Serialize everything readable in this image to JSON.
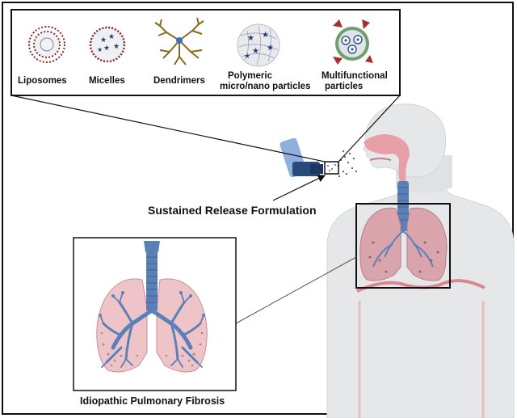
{
  "carriers": [
    {
      "label": "Liposomes",
      "icon": "liposome-icon"
    },
    {
      "label": "Micelles",
      "icon": "micelle-icon"
    },
    {
      "label": "Dendrimers",
      "icon": "dendrimer-icon"
    },
    {
      "label": [
        "Polymeric",
        "micro/nano particles"
      ],
      "icon": "polymeric-particle-icon"
    },
    {
      "label": [
        "Multifunctional",
        "particles"
      ],
      "icon": "multifunctional-particle-icon"
    }
  ],
  "formulation_label": "Sustained Release Formulation",
  "disease_label": "Idiopathic Pulmonary Fibrosis",
  "colors": {
    "airway": "#5b80b8",
    "lung": "#efc4c8",
    "body": "#e6e7e9",
    "mouth": "#e8a0a8",
    "frame": "#111111"
  }
}
